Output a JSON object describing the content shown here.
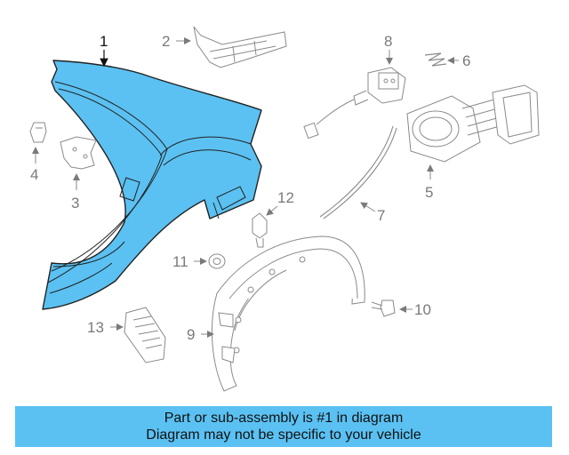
{
  "callouts": {
    "c1": "1",
    "c2": "2",
    "c3": "3",
    "c4": "4",
    "c5": "5",
    "c6": "6",
    "c7": "7",
    "c8": "8",
    "c9": "9",
    "c10": "10",
    "c11": "11",
    "c12": "12",
    "c13": "13"
  },
  "banner": {
    "line1": "Part or sub-assembly is #1 in diagram",
    "line2": "Diagram may not be specific to your vehicle"
  },
  "colors": {
    "highlight": "#5bc1f2",
    "outline": "#222222",
    "gray_line": "#8a8a8a"
  }
}
